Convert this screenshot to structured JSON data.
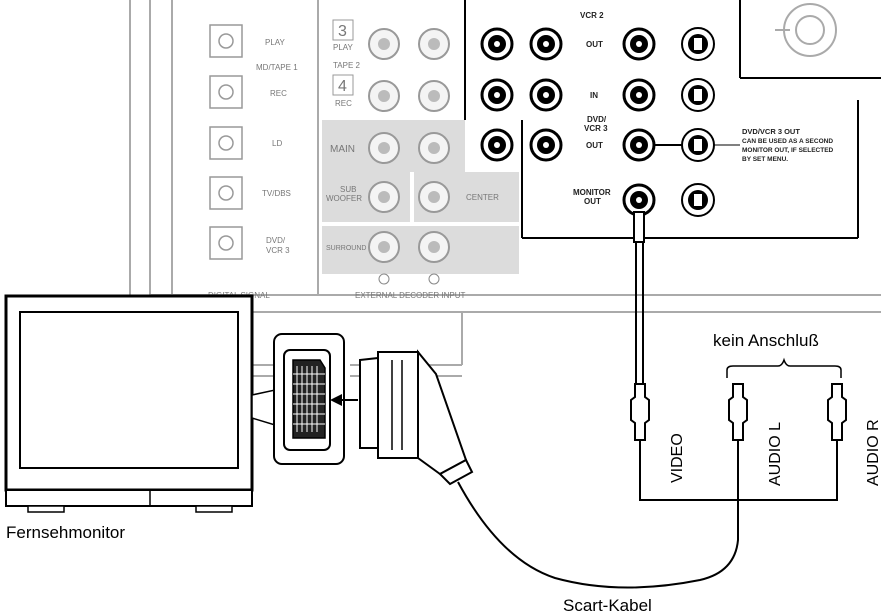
{
  "receiver_panel": {
    "vcr2_label": "VCR 2",
    "out_label_1": "OUT",
    "in_label": "IN",
    "dvd_vcr3_label": "DVD/\nVCR 3",
    "out_label_2": "OUT",
    "monitor_out_label": "MONITOR\nOUT",
    "note_lines": [
      "DVD/VCR 3 OUT",
      "CAN BE USED AS A SECOND",
      "MONITOR OUT, IF SELECTED",
      "BY SET MENU."
    ]
  },
  "digital_buttons": [
    "PLAY",
    "REC",
    "LD",
    "TV/DBS",
    "DVD/\nVCR 3"
  ],
  "md_tape_label": "MD/TAPE 1",
  "tape2": {
    "number": "3",
    "play": "PLAY",
    "label": "TAPE 2",
    "number2": "4",
    "rec": "REC"
  },
  "decoder_labels": {
    "main": "MAIN",
    "sub": "SUB\nWOOFER",
    "center": "CENTER",
    "surround": "SURROUND"
  },
  "digital_signal_label": "DIGITAL SIGNAL",
  "external_decoder_label": "EXTERNAL DECODER INPUT",
  "connector_labels": {
    "kein_anschluss": "kein Anschluß",
    "video": "VIDEO",
    "audio_l": "AUDIO L",
    "audio_r": "AUDIO R"
  },
  "tv_label": "Fernsehmonitor",
  "cable_label": "Scart-Kabel"
}
